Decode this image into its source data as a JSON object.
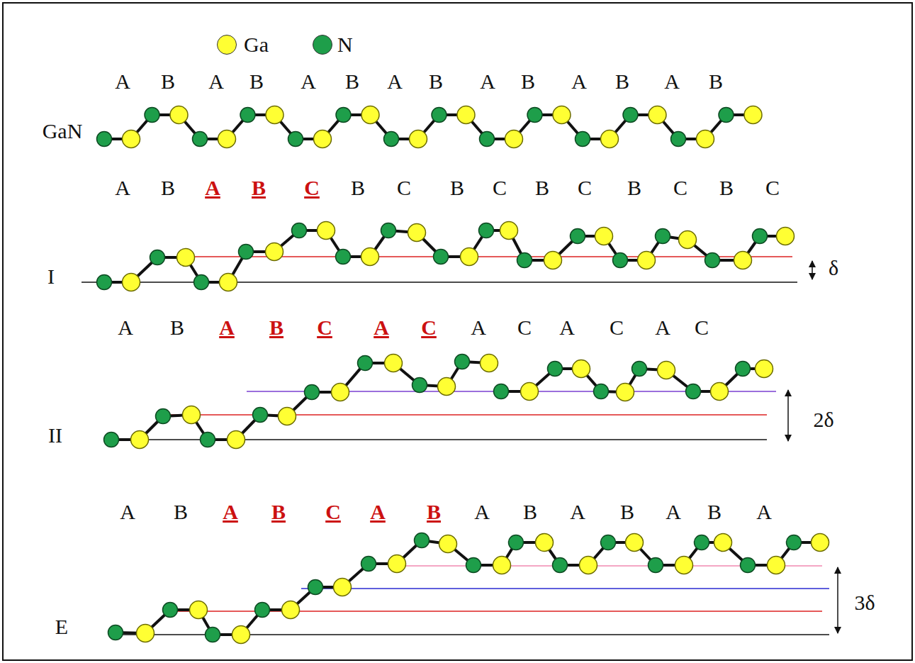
{
  "diagram": {
    "labels": [
      "GaN",
      "A",
      "B",
      "A",
      "B",
      "A",
      "B",
      "A",
      "B",
      "A",
      "B",
      "A",
      "B",
      "A",
      "B",
      "A",
      "B",
      "A",
      "B",
      "C",
      "B",
      "C",
      "B",
      "C",
      "B",
      "C",
      "B",
      "C",
      "B",
      "C",
      "I",
      "δ",
      "A",
      "B",
      "A",
      "B",
      "C",
      "A",
      "C",
      "A",
      "C",
      "A",
      "C",
      "A",
      "C",
      "II",
      "2δ",
      "A",
      "B",
      "A",
      "B",
      "C",
      "A",
      "B",
      "A",
      "B",
      "A",
      "B",
      "A",
      "B",
      "A",
      "E",
      "3δ"
    ],
    "legend": [
      {
        "text": "Ga",
        "color": "#ffff33"
      },
      {
        "text": "N",
        "color": "#1e9e4a"
      }
    ]
  }
}
